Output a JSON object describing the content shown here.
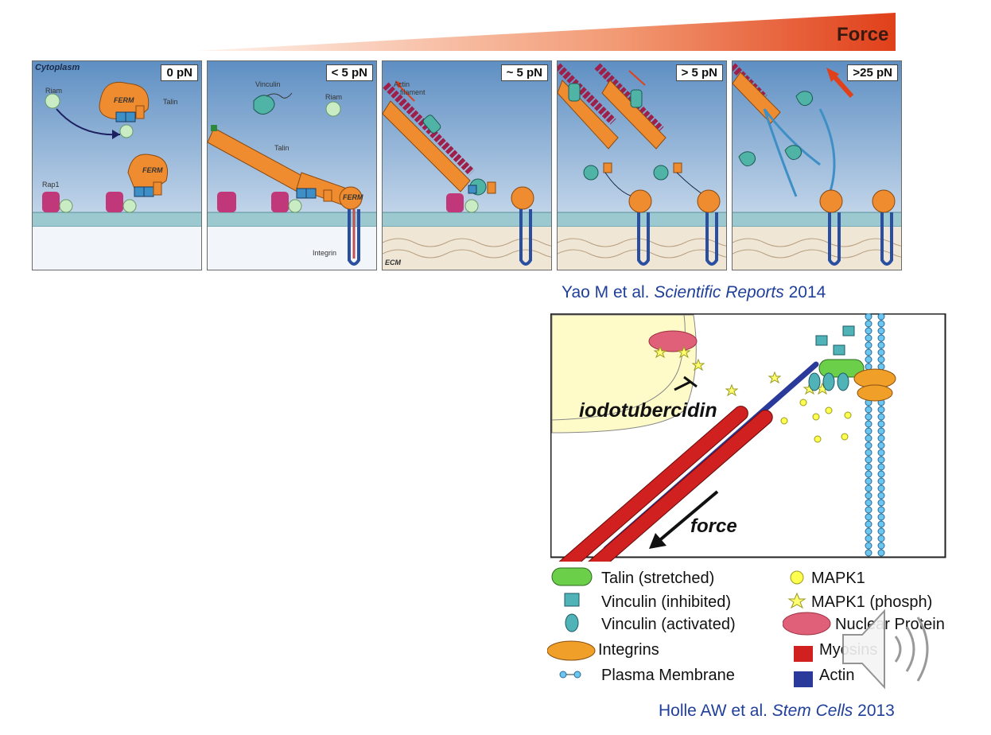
{
  "force_label": "Force",
  "panels": [
    {
      "force": "0 pN",
      "labels": {
        "cytoplasm": "Cytoplasm",
        "riam": "Riam",
        "talin": "Talin",
        "ferm": "FERM",
        "rap1": "Rap1"
      }
    },
    {
      "force": "< 5 pN",
      "labels": {
        "vinculin": "Vinculin",
        "riam": "Riam",
        "talin": "Talin",
        "ferm": "FERM",
        "integrin": "Integrin"
      }
    },
    {
      "force": "~ 5 pN",
      "labels": {
        "actin": "Actin",
        "filament": "filament",
        "ecm": "ECM"
      }
    },
    {
      "force": "> 5 pN"
    },
    {
      "force": ">25 pN"
    }
  ],
  "citation_top": {
    "authors": "Yao M et al. ",
    "journal": "Scientific Reports",
    "year": " 2014"
  },
  "diagram2": {
    "inhibitor": "iodotubercidin",
    "force": "force"
  },
  "legend": {
    "left": [
      "Talin (stretched)",
      "Vinculin (inhibited)",
      "Vinculin (activated)",
      "Integrins",
      "Plasma Membrane"
    ],
    "right": [
      "MAPK1",
      "MAPK1 (phosph)",
      "Nuclear Protein",
      "Myosins",
      "Actin"
    ]
  },
  "citation_bottom": {
    "authors": "Holle AW et al. ",
    "journal": "Stem Cells",
    "year": " 2013"
  },
  "colors": {
    "talin": "#f08c30",
    "vinculin": "#4fb3a5",
    "actin": "#9e1f4a",
    "rap1": "#c0387a",
    "membrane": "#9cc8d0",
    "cytoplasm": "#6f9cc9",
    "force_red": "#e0401a",
    "citation": "#1f3f9a"
  },
  "icons": [
    "speaker-icon"
  ]
}
